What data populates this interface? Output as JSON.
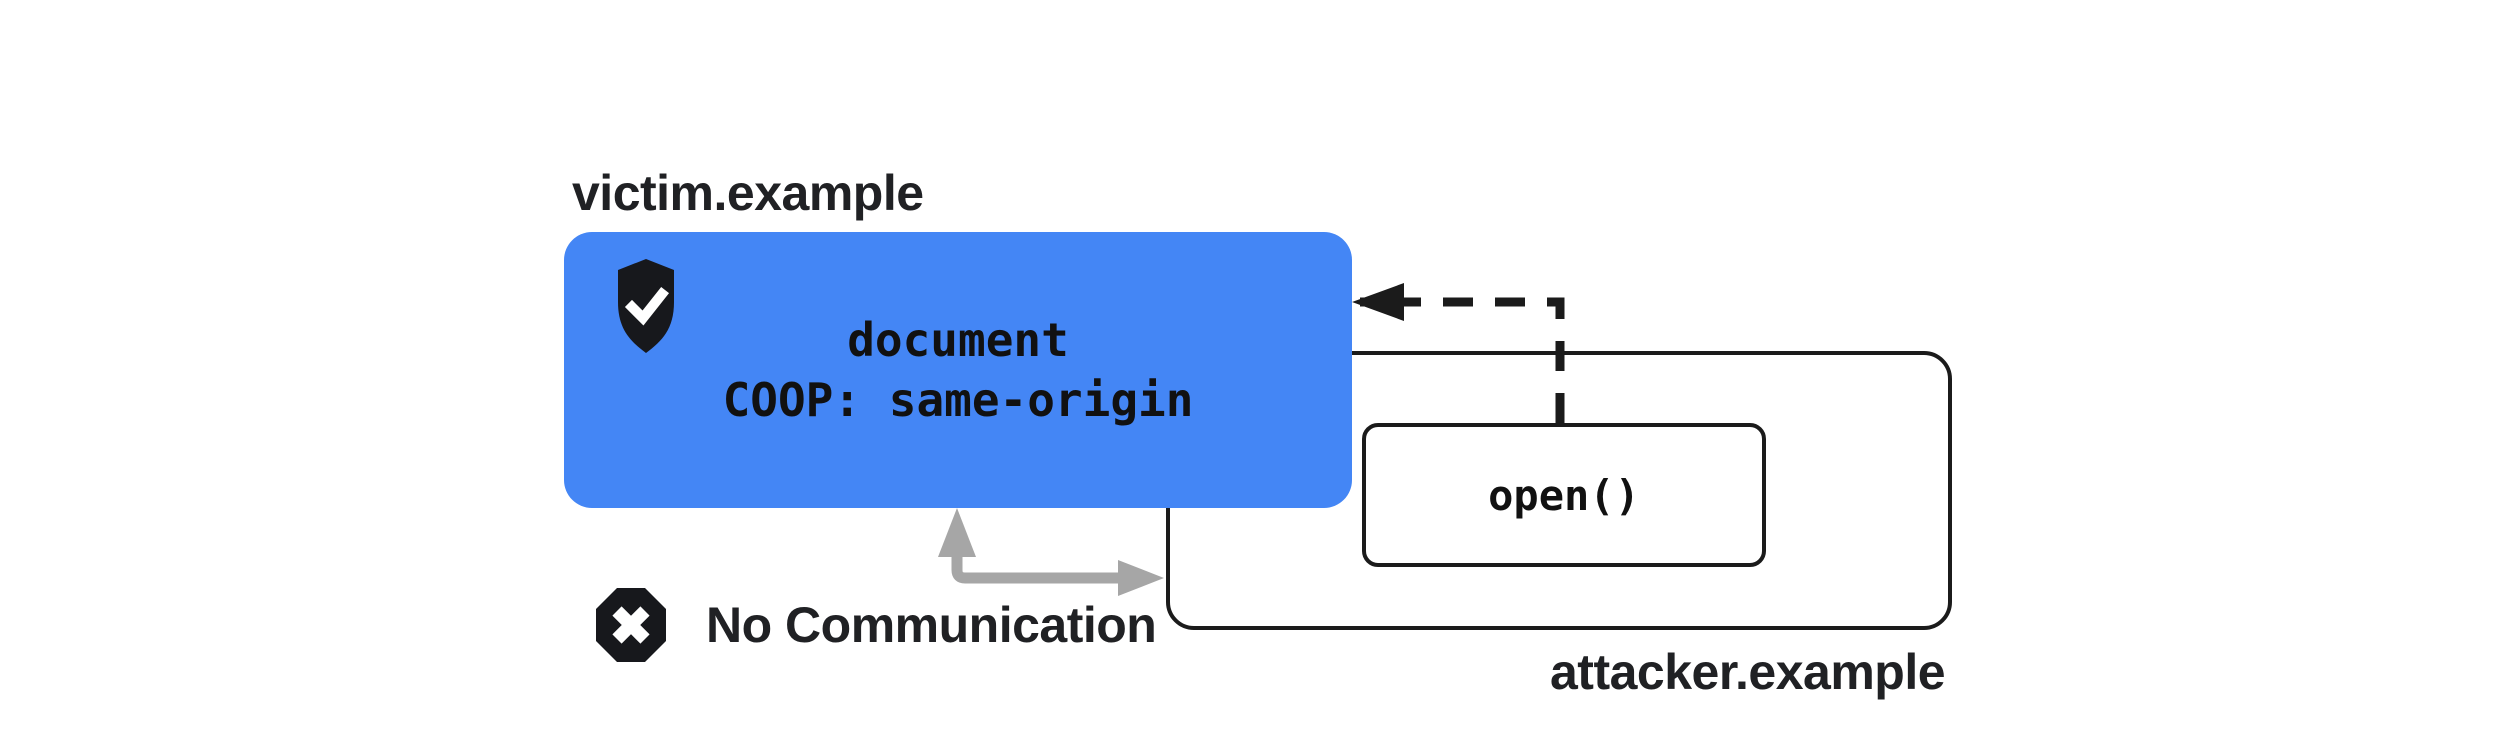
{
  "diagram": {
    "title_context": "COOP same-origin blocks communication between cross-origin windows",
    "victim": {
      "domain_label": "victim.example",
      "box_line1": "document",
      "box_line2": "COOP: same-origin",
      "badge_icon": "shield-check-icon"
    },
    "attacker": {
      "domain_label": "attacker.example",
      "open_call_label": "open()"
    },
    "no_communication": {
      "label": "No Communication",
      "badge_icon": "x-octagon-icon"
    },
    "arrows": {
      "open_call_arrow": "dashed arrow from open() box pointing left into victim document",
      "blocked_arrow": "gray elbow arrow between victim document bottom and attacker window edge"
    },
    "colors": {
      "victim_box_blue": "#4486F5",
      "outline_black": "#1B1B1B",
      "text_dark": "#202124",
      "mono_text_black": "#111111",
      "arrow_gray": "#A6A6A6",
      "icon_black": "#17181C",
      "background": "#FFFFFF"
    }
  }
}
